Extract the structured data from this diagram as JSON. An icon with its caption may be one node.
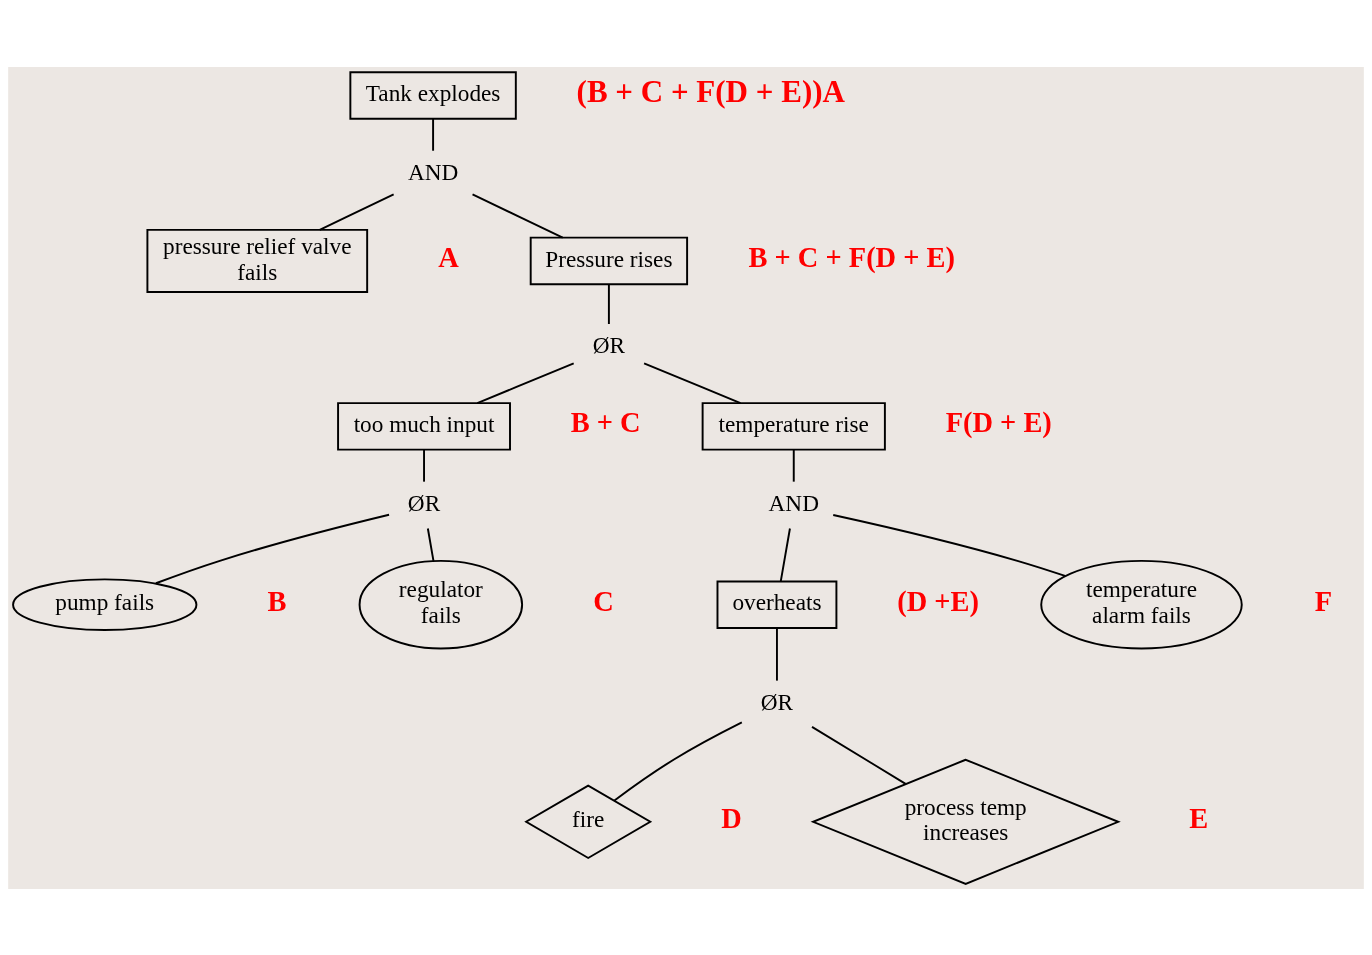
{
  "diagram": {
    "nodes": [
      {
        "text": [
          "Tank explodes"
        ]
      },
      {
        "text": [
          "AND"
        ]
      },
      {
        "text": [
          "pressure relief valve fails"
        ],
        "beside": [
          "A"
        ]
      },
      {
        "text": [
          "Pressure rises"
        ],
        "beside": [
          "B + C + F(D + E)"
        ]
      },
      {
        "text": [
          "ØR"
        ]
      },
      {
        "text": [
          "too much input"
        ],
        "beside": [
          "B + C"
        ]
      },
      {
        "text": [
          "temperature rise"
        ],
        "beside": [
          "F(D + E)"
        ]
      },
      {
        "text": [
          "ØR"
        ]
      },
      {
        "text": [
          "pump fails"
        ],
        "beside": [
          "B"
        ]
      },
      {
        "text": [
          "regulator fails"
        ],
        "beside": [
          "C"
        ]
      },
      {
        "text": [
          "AND"
        ]
      },
      {
        "text": [
          "overheats"
        ],
        "beside": [
          "(D +E)"
        ]
      },
      {
        "text": [
          "temperature alarm fails"
        ],
        "beside": [
          "F"
        ]
      },
      {
        "text": [
          "ØR"
        ]
      },
      {
        "text": [
          "fire"
        ],
        "beside": [
          "D"
        ]
      },
      {
        "text": [
          "process temp increases"
        ],
        "beside": [
          "E"
        ]
      }
    ],
    "edges": [
      {
        "from": 0,
        "to": 1,
        "arrow": "none"
      },
      {
        "from": 1,
        "to": 2,
        "arrow": "none"
      },
      {
        "from": 1,
        "to": 3,
        "arrow": "none"
      },
      {
        "from": 3,
        "to": 4,
        "arrow": "none"
      },
      {
        "from": 4,
        "to": 5,
        "arrow": "none"
      },
      {
        "from": 4,
        "to": 6,
        "arrow": "none"
      },
      {
        "from": 5,
        "to": 7,
        "arrow": "none"
      },
      {
        "from": 7,
        "to": 8,
        "arrow": "none"
      },
      {
        "from": 7,
        "to": 9,
        "arrow": "none"
      },
      {
        "from": 6,
        "to": 10,
        "arrow": "none"
      },
      {
        "from": 10,
        "to": 11,
        "arrow": "none"
      },
      {
        "from": 10,
        "to": 12,
        "arrow": "none"
      },
      {
        "from": 11,
        "to": 13,
        "arrow": "none"
      },
      {
        "from": 13,
        "to": 14,
        "arrow": "none"
      },
      {
        "from": 13,
        "to": 15,
        "arrow": "none"
      }
    ],
    "labels": [
      "(B + C + F(D + E))A"
    ]
  }
}
